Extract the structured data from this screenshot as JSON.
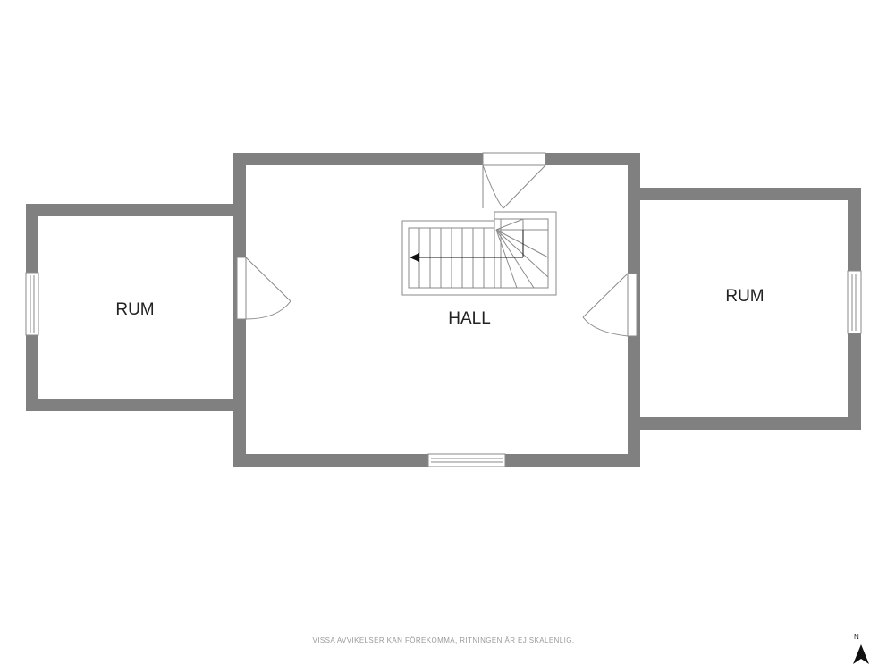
{
  "rooms": {
    "left": {
      "label": "RUM"
    },
    "center": {
      "label": "HALL"
    },
    "right": {
      "label": "RUM"
    }
  },
  "disclaimer": "VISSA AVVIKELSER KAN FÖREKOMMA, RITNINGEN ÄR EJ SKALENLIG.",
  "compass": {
    "label": "N",
    "icon": "north-arrow-icon"
  },
  "colors": {
    "wall": "#808080",
    "line": "#8a8a8a",
    "background": "#ffffff",
    "text": "#222222"
  }
}
